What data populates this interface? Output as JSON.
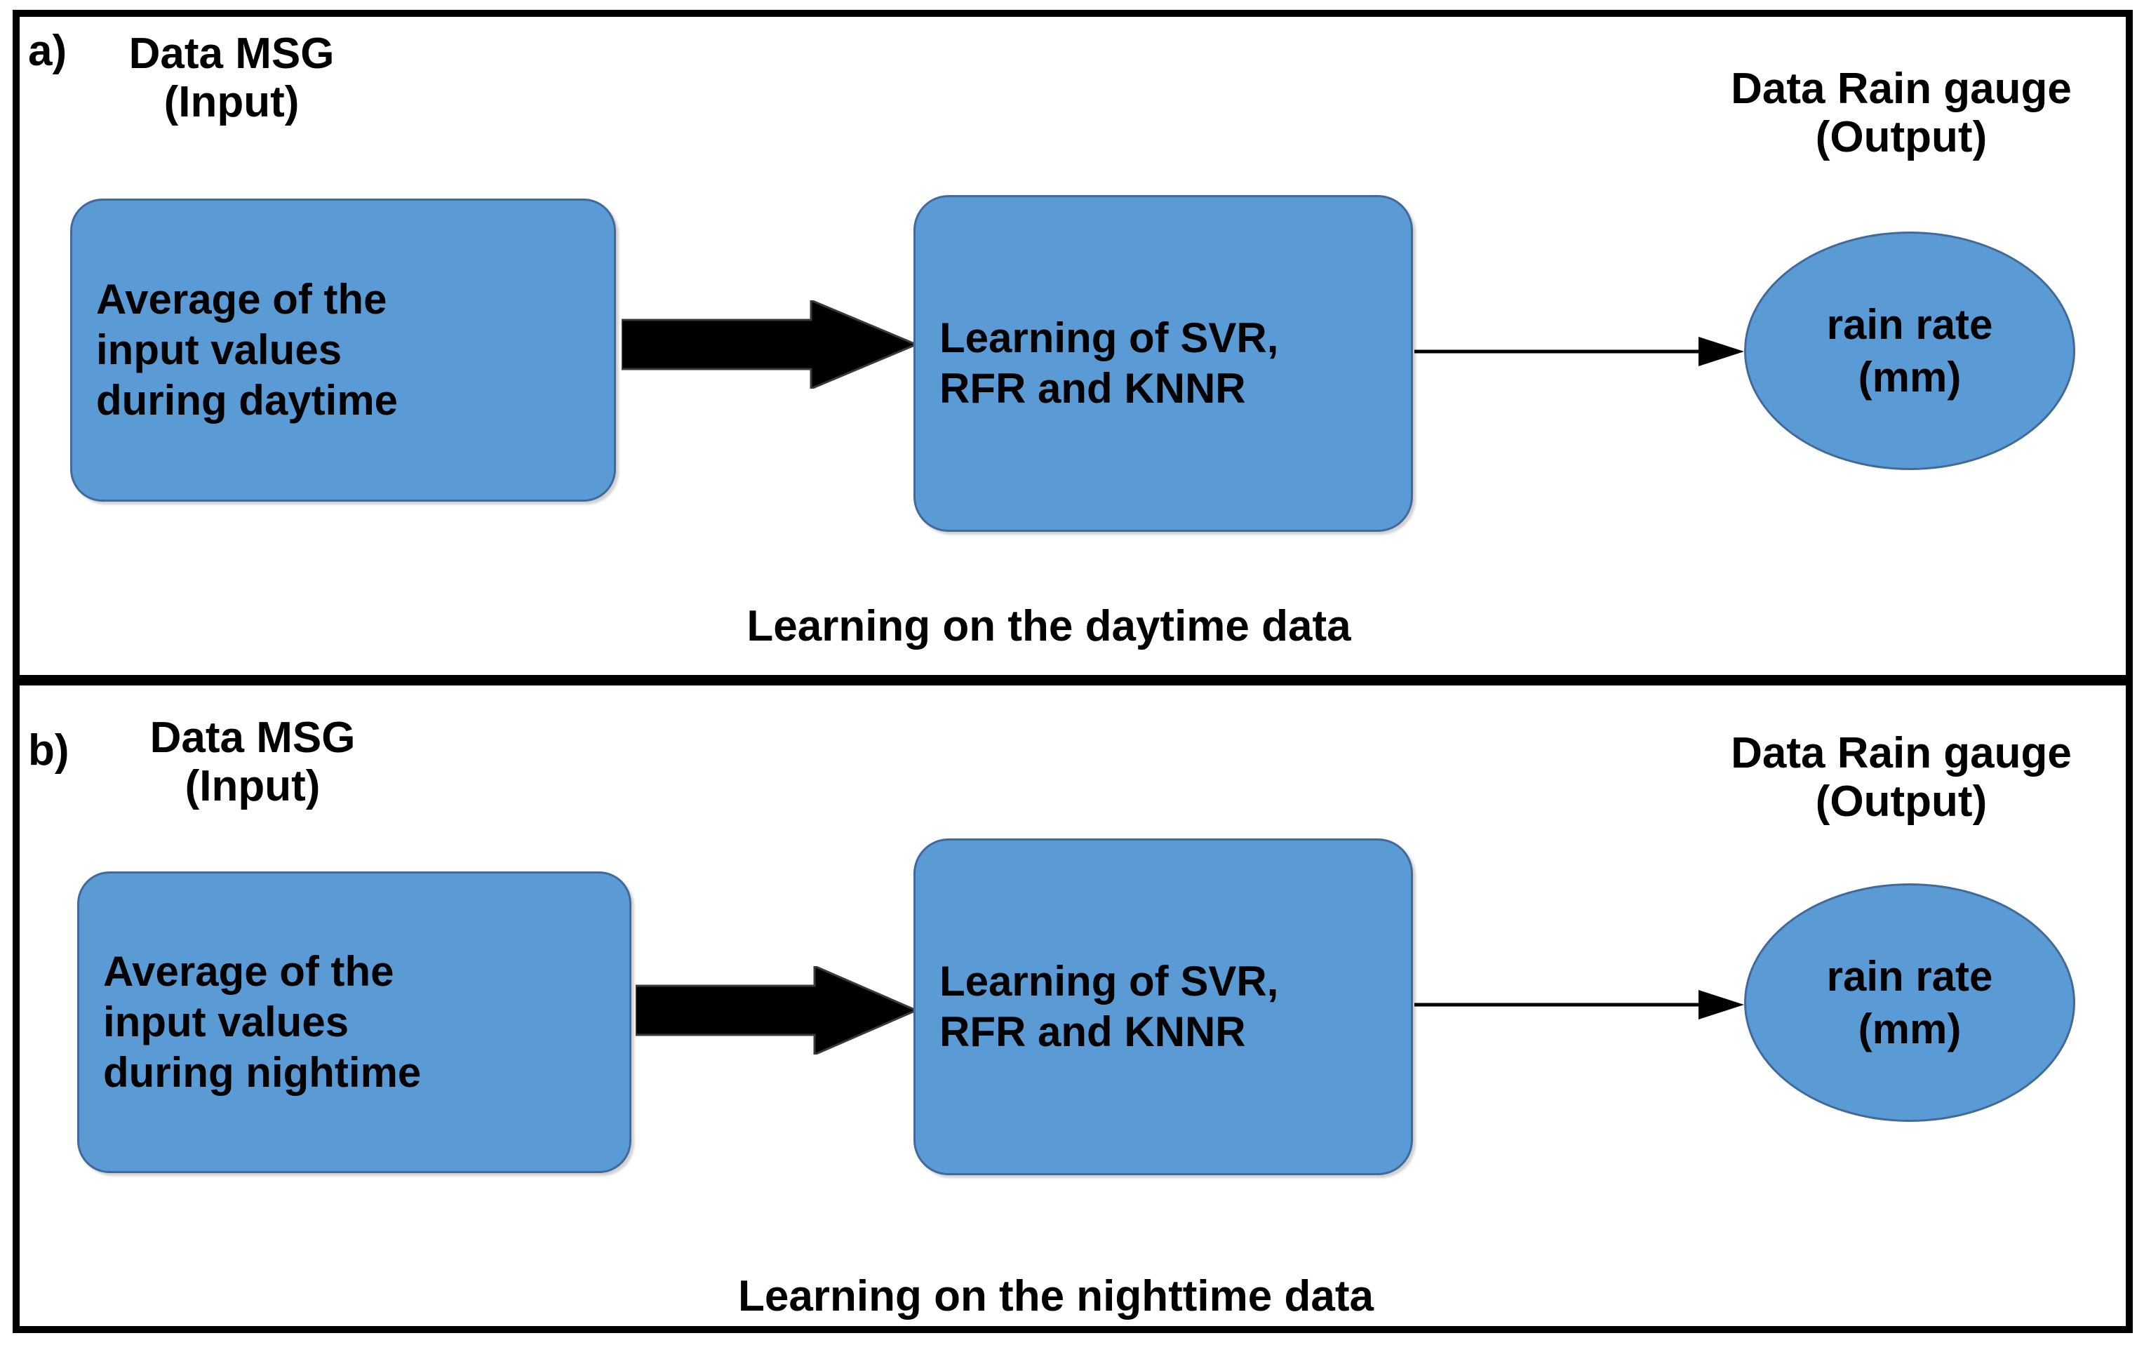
{
  "figure": {
    "background_color": "#ffffff",
    "frame_color": "#000000",
    "node_fill_color": "#5B9BD5",
    "node_border_color": "#41699B",
    "arrow_color": "#000000"
  },
  "panels": [
    {
      "letter": "a)",
      "input_header": "Data MSG\n(Input)",
      "output_header": "Data Rain gauge\n(Output)",
      "input_node": "Average of the\ninput values\nduring daytime",
      "model_node": "Learning of SVR,\nRFR and KNNR",
      "output_node": "rain rate\n(mm)",
      "caption": "Learning on the daytime data"
    },
    {
      "letter": "b)",
      "input_header": "Data MSG\n(Input)",
      "output_header": "Data Rain gauge\n(Output)",
      "input_node": "Average of the\ninput values\nduring nightime",
      "model_node": "Learning of SVR,\nRFR and KNNR",
      "output_node": "rain rate\n(mm)",
      "caption": "Learning on the nighttime data"
    }
  ]
}
